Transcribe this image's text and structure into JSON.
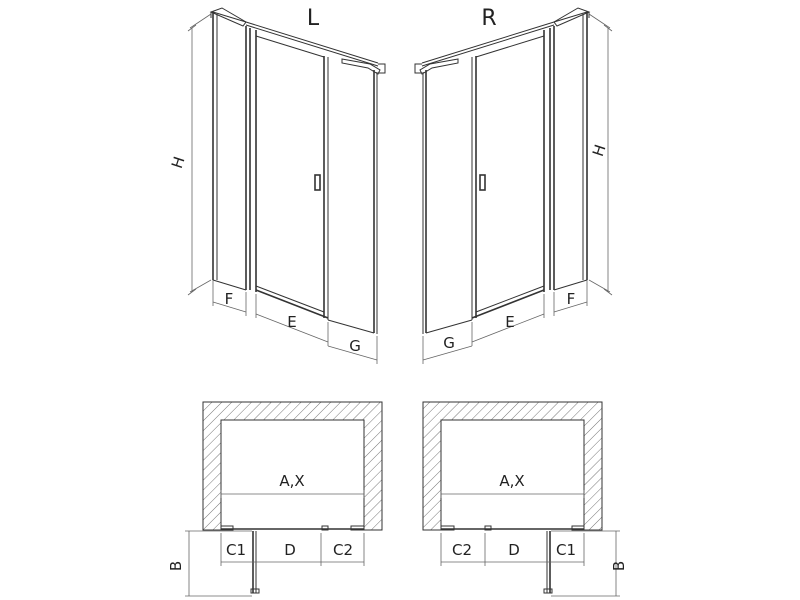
{
  "variants": {
    "left": "L",
    "right": "R"
  },
  "dimensions": {
    "height": "H",
    "fixed_side": "F",
    "door": "E",
    "fixed_front": "G",
    "width": "A,X",
    "depth": "B",
    "c1": "C1",
    "c2": "C2",
    "d": "D"
  }
}
